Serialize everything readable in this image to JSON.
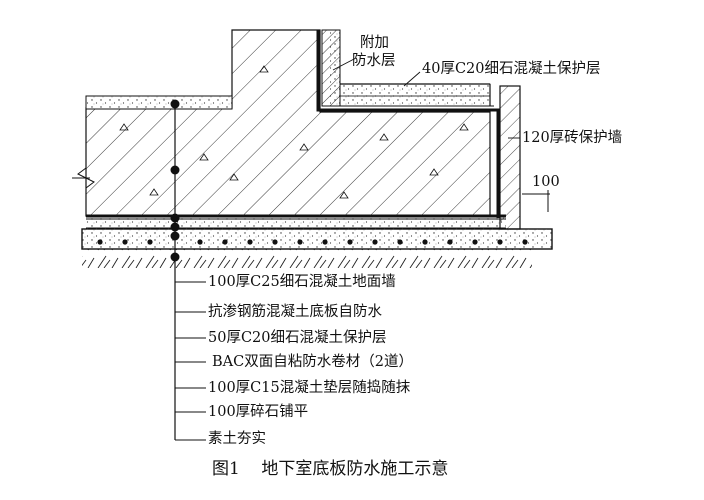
{
  "diagram": {
    "top_labels": {
      "extra_layer_line1": "附加",
      "extra_layer_line2": "防水层",
      "protect_40": "40厚C20细石混凝土保护层",
      "brick_wall": "120厚砖保护墙",
      "dim_100": "100"
    },
    "layers": [
      "100厚C25细石混凝土地面墙",
      "抗渗钢筋混凝土底板自防水",
      "50厚C20细石混凝土保护层",
      "BAC双面自粘防水卷材（2道）",
      "100厚C15混凝土垫层随捣随抹",
      "100厚碎石铺平",
      "素土夯实"
    ],
    "caption": "图1    地下室底板防水施工示意"
  }
}
